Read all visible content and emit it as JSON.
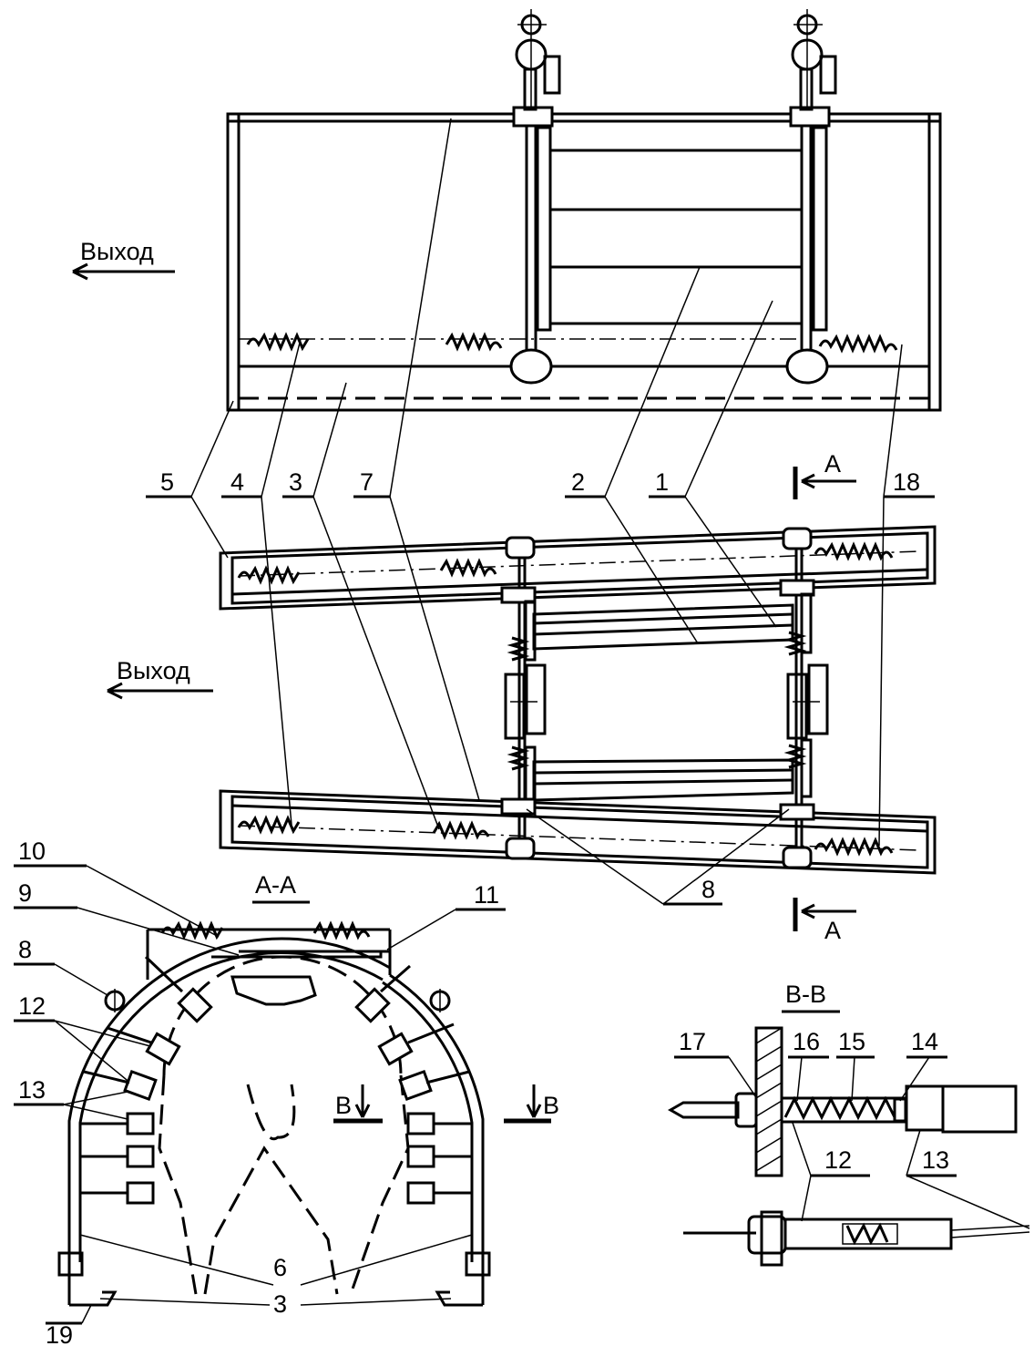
{
  "exit_label_top": "Выход",
  "exit_label_middle": "Выход",
  "section_aa_title": "А-А",
  "section_bb_title": "В-В",
  "section_marker_a_top": "А",
  "section_marker_a_bottom": "А",
  "section_marker_b_left": "В",
  "section_marker_b_right": "В",
  "callouts": {
    "n1": "1",
    "n2": "2",
    "n3": "3",
    "n4": "4",
    "n5": "5",
    "n7": "7",
    "n18": "18",
    "n8": "8",
    "aa_n10": "10",
    "aa_n9": "9",
    "aa_n11": "11",
    "aa_n8": "8",
    "aa_n12": "12",
    "aa_n13": "13",
    "aa_n6": "6",
    "aa_n3": "3",
    "aa_n19": "19",
    "bb_n17": "17",
    "bb_n16": "16",
    "bb_n15": "15",
    "bb_n14": "14",
    "bb_n12": "12",
    "bb_n13": "13"
  }
}
